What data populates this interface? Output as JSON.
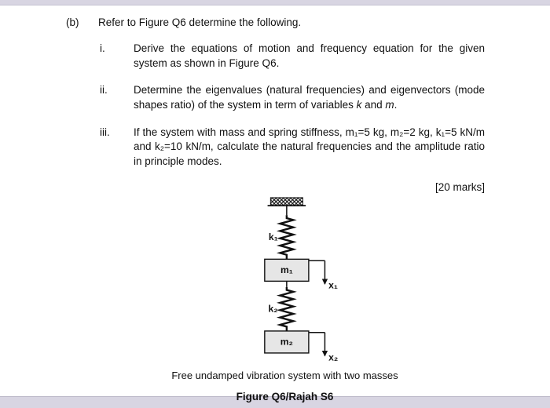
{
  "colors": {
    "page_band": "#d8d5e2",
    "paper": "#ffffff",
    "ink": "#111111",
    "mass_fill": "#e6e6e6"
  },
  "question": {
    "part_label": "(b)",
    "intro": "Refer to Figure Q6 determine the following.",
    "items": [
      {
        "label": "i.",
        "text": "Derive the equations of motion and frequency equation for the given system as shown in Figure Q6."
      },
      {
        "label": "ii.",
        "pre": "Determine the eigenvalues (natural frequencies) and eigenvectors (mode shapes ratio) of the system in term of variables ",
        "var1": "k",
        "mid": " and ",
        "var2": "m",
        "post": "."
      },
      {
        "label": "iii.",
        "text": "If the system with mass and spring stiffness, m₁=5 kg, m₂=2 kg, k₁=5 kN/m and k₂=10 kN/m, calculate the natural frequencies and the amplitude ratio in principle modes."
      }
    ],
    "marks": "[20 marks]"
  },
  "figure": {
    "labels": {
      "spring1": "k₁",
      "spring2": "k₂",
      "mass1": "m₁",
      "mass2": "m₂",
      "disp1": "x₁",
      "disp2": "x₂"
    },
    "caption": "Free undamped vibration system with two masses",
    "title": "Figure Q6/Rajah S6"
  }
}
